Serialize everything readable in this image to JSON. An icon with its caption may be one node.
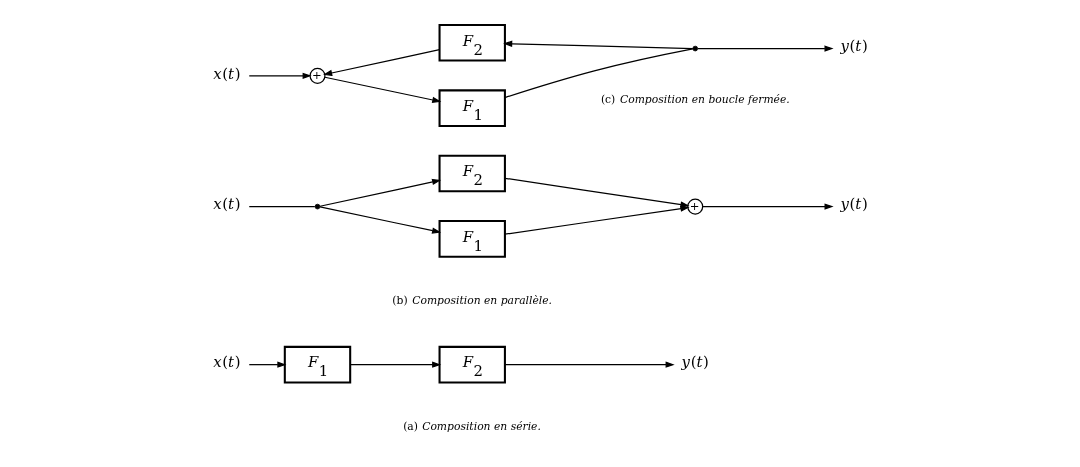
{
  "diagram": {
    "nodes": [
      {
        "text": [
          "*x*(*t*)"
        ]
      },
      {
        "text": [
          "*F*$_{1}$"
        ]
      },
      {
        "text": [
          "*F*$_{2}$"
        ]
      },
      {
        "text": [
          "*y*(*t*)"
        ]
      },
      {
        "text": [
          "*x*(*t*)"
        ]
      },
      {
        "text": [],
        "shape": "circle"
      },
      {
        "text": [
          "*F*$_{1}$"
        ]
      },
      {
        "text": [
          "*F*$_{2}$"
        ]
      },
      {
        "text": [
          "+"
        ]
      },
      {
        "text": [
          "*y*(*t*)"
        ]
      },
      {
        "text": [
          "*x*(*t*)"
        ]
      },
      {
        "text": [
          "+"
        ]
      },
      {
        "text": [
          "*F*$_{1}$"
        ]
      },
      {
        "text": [],
        "shape": "circle"
      },
      {
        "text": [
          "*F*$_{2}$"
        ]
      },
      {
        "text": [
          "*y*(*t*)"
        ]
      }
    ],
    "edges": [
      {
        "from": 0,
        "to": 1,
        "arrow": "to"
      },
      {
        "from": 1,
        "to": 2,
        "arrow": "to"
      },
      {
        "from": 2,
        "to": 3,
        "arrow": "to"
      },
      {
        "from": 4,
        "to": 5,
        "arrow": "none"
      },
      {
        "from": 5,
        "to": 6,
        "arrow": "to"
      },
      {
        "from": 5,
        "to": 7,
        "arrow": "to"
      },
      {
        "from": 6,
        "to": 8,
        "arrow": "to"
      },
      {
        "from": 7,
        "to": 8,
        "arrow": "to"
      },
      {
        "from": 8,
        "to": 9,
        "arrow": "to"
      },
      {
        "from": 10,
        "to": 11,
        "arrow": "to"
      },
      {
        "from": 11,
        "to": 12,
        "arrow": "to"
      },
      {
        "from": 12,
        "to": 13,
        "arrow": "none"
      },
      {
        "from": 13,
        "to": 15,
        "arrow": "to"
      },
      {
        "from": 13,
        "to": 14,
        "arrow": "to"
      },
      {
        "from": 14,
        "to": 11,
        "arrow": "to"
      }
    ],
    "labels": [
      "(a) *Composition en série.*",
      "(b) *Composition en parallèle.*",
      "(c) *Composition en boucle fermée.*"
    ]
  }
}
